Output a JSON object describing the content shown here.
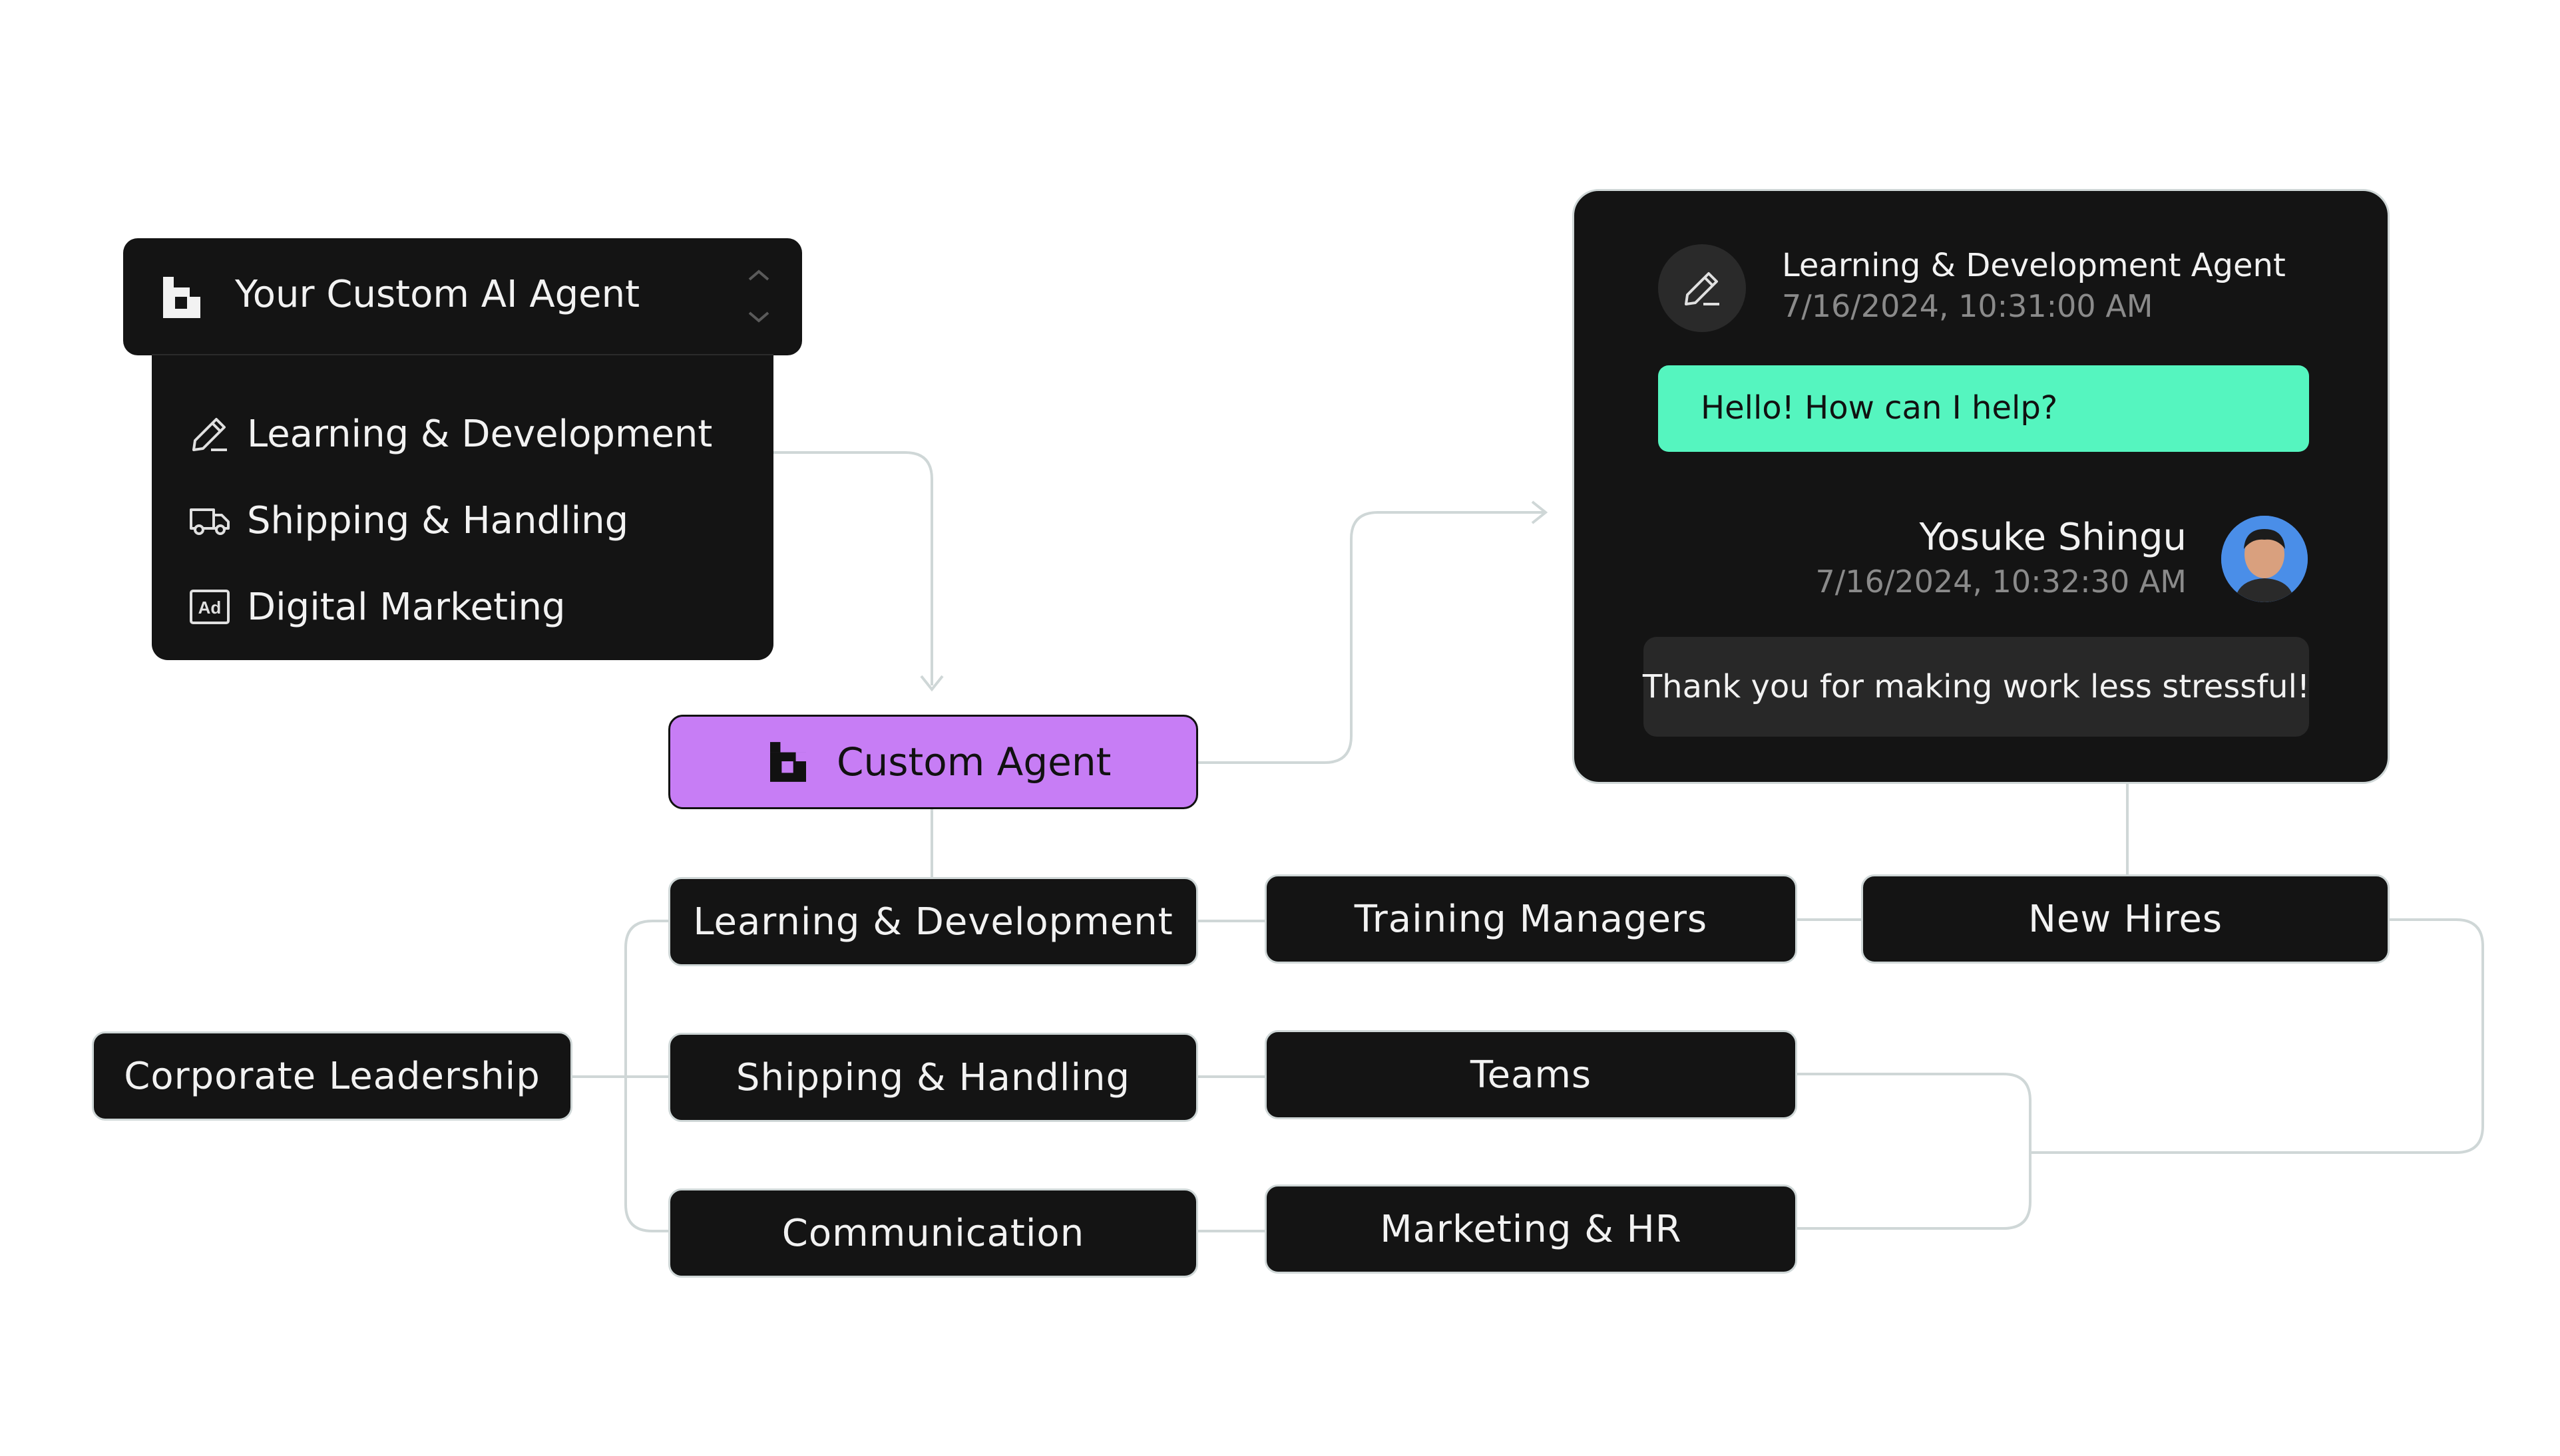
{
  "dropdown": {
    "title": "Your Custom AI Agent",
    "items": [
      {
        "label": "Learning & Development",
        "icon": "pencil-icon"
      },
      {
        "label": "Shipping & Handling",
        "icon": "truck-icon"
      },
      {
        "label": "Digital Marketing",
        "icon": "ad-icon"
      }
    ]
  },
  "agent": {
    "label": "Custom Agent",
    "color": "#c77df5"
  },
  "chat": {
    "agent_name": "Learning & Development Agent",
    "agent_time": "7/16/2024, 10:31:00 AM",
    "greeting": "Hello! How can I help?",
    "user_name": "Yosuke Shingu",
    "user_time": "7/16/2024, 10:32:30 AM",
    "user_message": "Thank you for making work less stressful!",
    "greeting_color": "#55f5bf"
  },
  "org": {
    "root": "Corporate Leadership",
    "departments": [
      "Learning & Development",
      "Shipping & Handling",
      "Communication"
    ],
    "groups": [
      "Training Managers",
      "Teams",
      "Marketing & HR"
    ],
    "end": "New Hires"
  }
}
